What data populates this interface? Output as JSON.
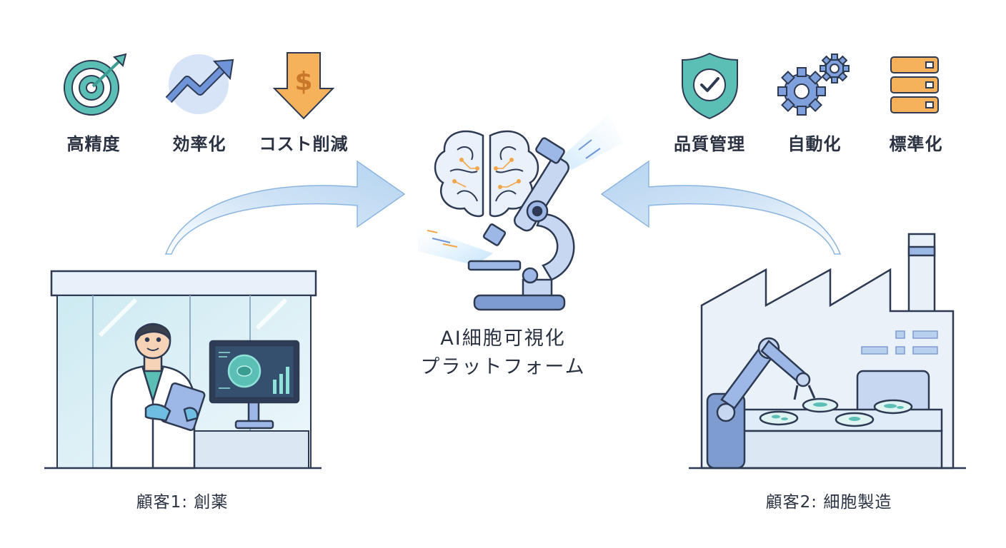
{
  "center": {
    "line1": "AI細胞可視化",
    "line2": "プラットフォーム"
  },
  "left_benefits": [
    {
      "label": "高精度",
      "icon": "target-icon"
    },
    {
      "label": "効率化",
      "icon": "trend-up-icon"
    },
    {
      "label": "コスト削減",
      "icon": "dollar-down-icon"
    }
  ],
  "right_benefits": [
    {
      "label": "品質管理",
      "icon": "shield-check-icon"
    },
    {
      "label": "自動化",
      "icon": "gears-icon"
    },
    {
      "label": "標準化",
      "icon": "stack-icon"
    }
  ],
  "customers": {
    "left": "顧客1: 創薬",
    "right": "顧客2: 細胞製造"
  },
  "colors": {
    "teal": "#5bbfb5",
    "blue": "#6f95d8",
    "orange": "#f2a64a",
    "navy": "#2d3a52",
    "arrow": "#cfe3f6"
  }
}
